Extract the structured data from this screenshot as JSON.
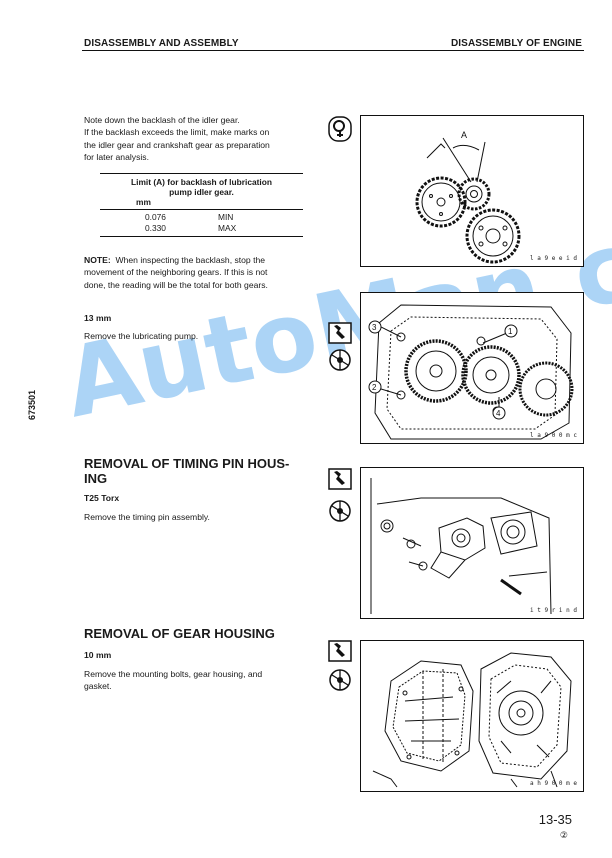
{
  "header": {
    "left": "DISASSEMBLY AND ASSEMBLY",
    "right": "DISASSEMBLY OF ENGINE"
  },
  "section1": {
    "para_lines": [
      "Note down the backlash of the idler gear.",
      "If the backlash exceeds the limit, make marks on",
      "the idler gear and crankshaft gear as preparation",
      "for later analysis."
    ],
    "table": {
      "header_line1": "Limit (A) for backlash of lubrication",
      "header_line2": "pump idler gear.",
      "header_unit": "mm",
      "rows": [
        {
          "value": "0.076",
          "label": "MIN"
        },
        {
          "value": "0.330",
          "label": "MAX"
        }
      ]
    },
    "note_label": "NOTE:",
    "note_lines": [
      "When inspecting the backlash, stop the",
      "movement of the neighboring gears.  If this is not",
      "done, the reading will be the total for both gears."
    ],
    "figure_label": "l a 9 e e i d",
    "figure_letter": "A"
  },
  "section2": {
    "tool": "13 mm",
    "step": "Remove the lubricating pump.",
    "figure_label": "l a 9 0 0 m c",
    "callouts": [
      "3",
      "1",
      "2",
      "4"
    ]
  },
  "section3": {
    "title_line1": "REMOVAL OF TIMING PIN HOUS-",
    "title_line2": "ING",
    "tool": "T25 Torx",
    "step": "Remove the timing pin assembly.",
    "figure_label": "i t 9 r i n d"
  },
  "section4": {
    "title": "REMOVAL OF GEAR HOUSING",
    "tool": "10 mm",
    "step_lines": [
      "Remove the mounting bolts, gear housing, and",
      "gasket."
    ],
    "figure_label": "a h 9 0 0 m e"
  },
  "side_id": "673501",
  "page_number": "13-35",
  "page_sub": "②",
  "watermark": "AutoMan.col"
}
